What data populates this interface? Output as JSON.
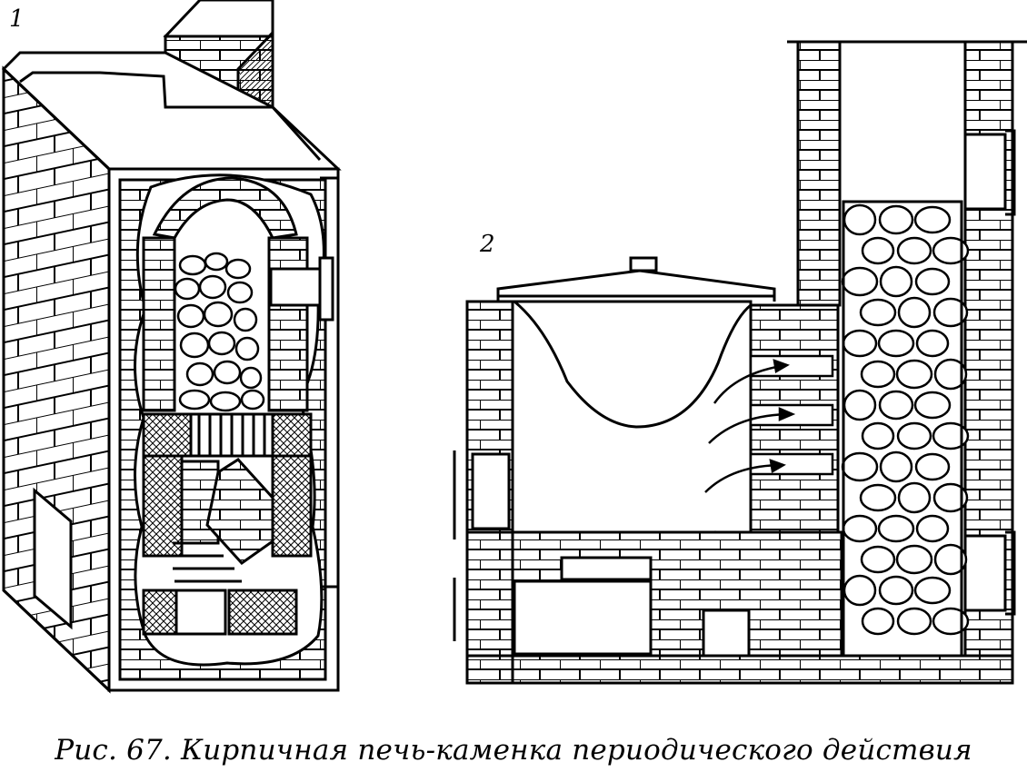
{
  "figure": {
    "labels": {
      "view_1": "1",
      "view_2": "2"
    },
    "caption": "Рис. 67. Кирпичная печь-каменка периодического действия"
  },
  "colors": {
    "ink": "#000000",
    "paper": "#ffffff"
  }
}
